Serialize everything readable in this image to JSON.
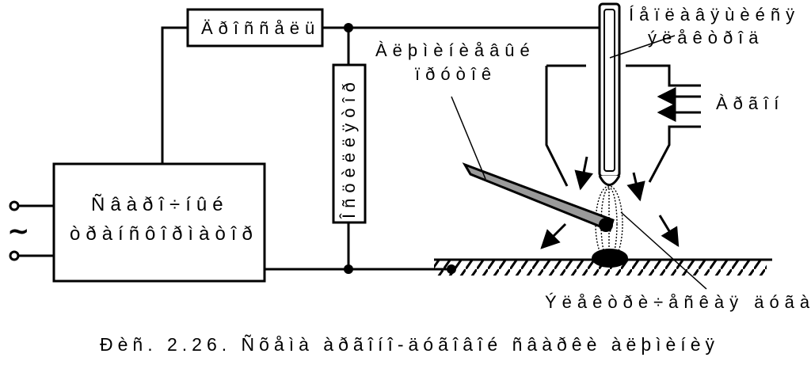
{
  "labels": {
    "resistor_top": "Äðîññåëü",
    "osc_line1": "Íåïëàâÿùèéñÿ",
    "osc_line2": "ýëåêòðîä",
    "gas": "Àðãîí",
    "rod_line1": "Àëþìèíèåâûé",
    "rod_line2": "ïðóòîê",
    "vert_resistor": "Îñöèëëÿòîð",
    "transformer_line1": "Ñâàðî÷íûé",
    "transformer_line2": "òðàíñôîðìàòîð",
    "arc_label": "Ýëåêòðè÷åñêàÿ äóãà",
    "ac_symbol": "~"
  },
  "caption": "Ðèñ. 2.26. Ñõåìà àðãîíî-äóãîâîé ñâàðêè àëþìèíèÿ",
  "colors": {
    "line": "#000000",
    "rod_fill": "#9a9a9a",
    "background": "#ffffff"
  }
}
